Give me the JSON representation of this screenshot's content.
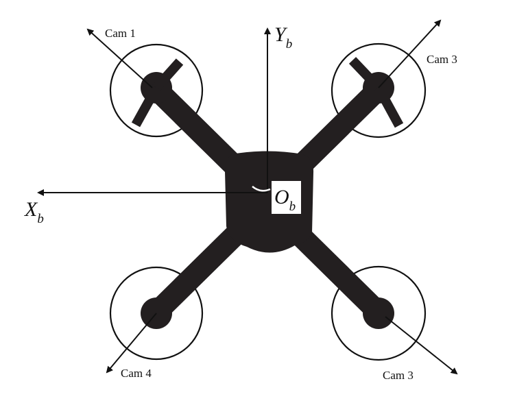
{
  "cameras": [
    {
      "id": "cam1",
      "label": "Cam 1"
    },
    {
      "id": "cam3_top",
      "label": "Cam 3"
    },
    {
      "id": "cam4",
      "label": "Cam 4"
    },
    {
      "id": "cam3_bottom",
      "label": "Cam 3"
    }
  ],
  "axes": {
    "x": {
      "main": "X",
      "sub": "b"
    },
    "y": {
      "main": "Y",
      "sub": "b"
    },
    "origin": {
      "main": "O",
      "sub": "b"
    }
  },
  "colors": {
    "drone": "#231f20",
    "lines": "#111111",
    "background": "#ffffff"
  }
}
